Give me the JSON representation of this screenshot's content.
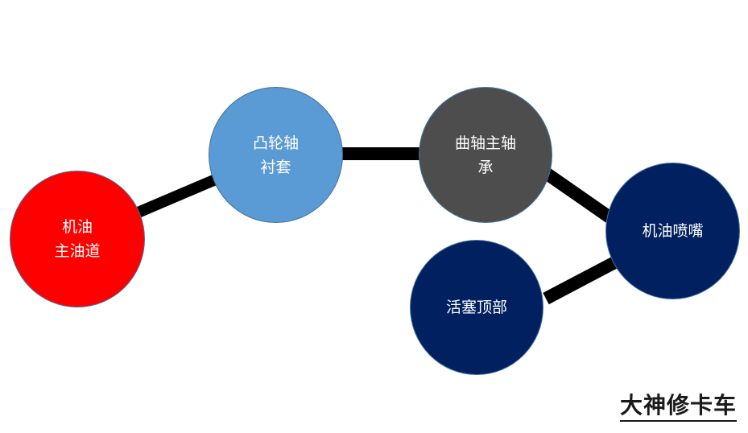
{
  "nodes": {
    "oil_main": {
      "label": "机油\n主油道",
      "color": "#ff0000"
    },
    "cam": {
      "label": "凸轮轴\n衬套",
      "color": "#5b9bd5"
    },
    "crank": {
      "label": "曲轴主轴\n承",
      "color": "#4d4d4d"
    },
    "nozzle": {
      "label": "机油喷嘴",
      "color": "#002060"
    },
    "piston": {
      "label": "活塞顶部",
      "color": "#002060"
    }
  },
  "connector_color": "#000000",
  "watermark": "大神修卡车"
}
